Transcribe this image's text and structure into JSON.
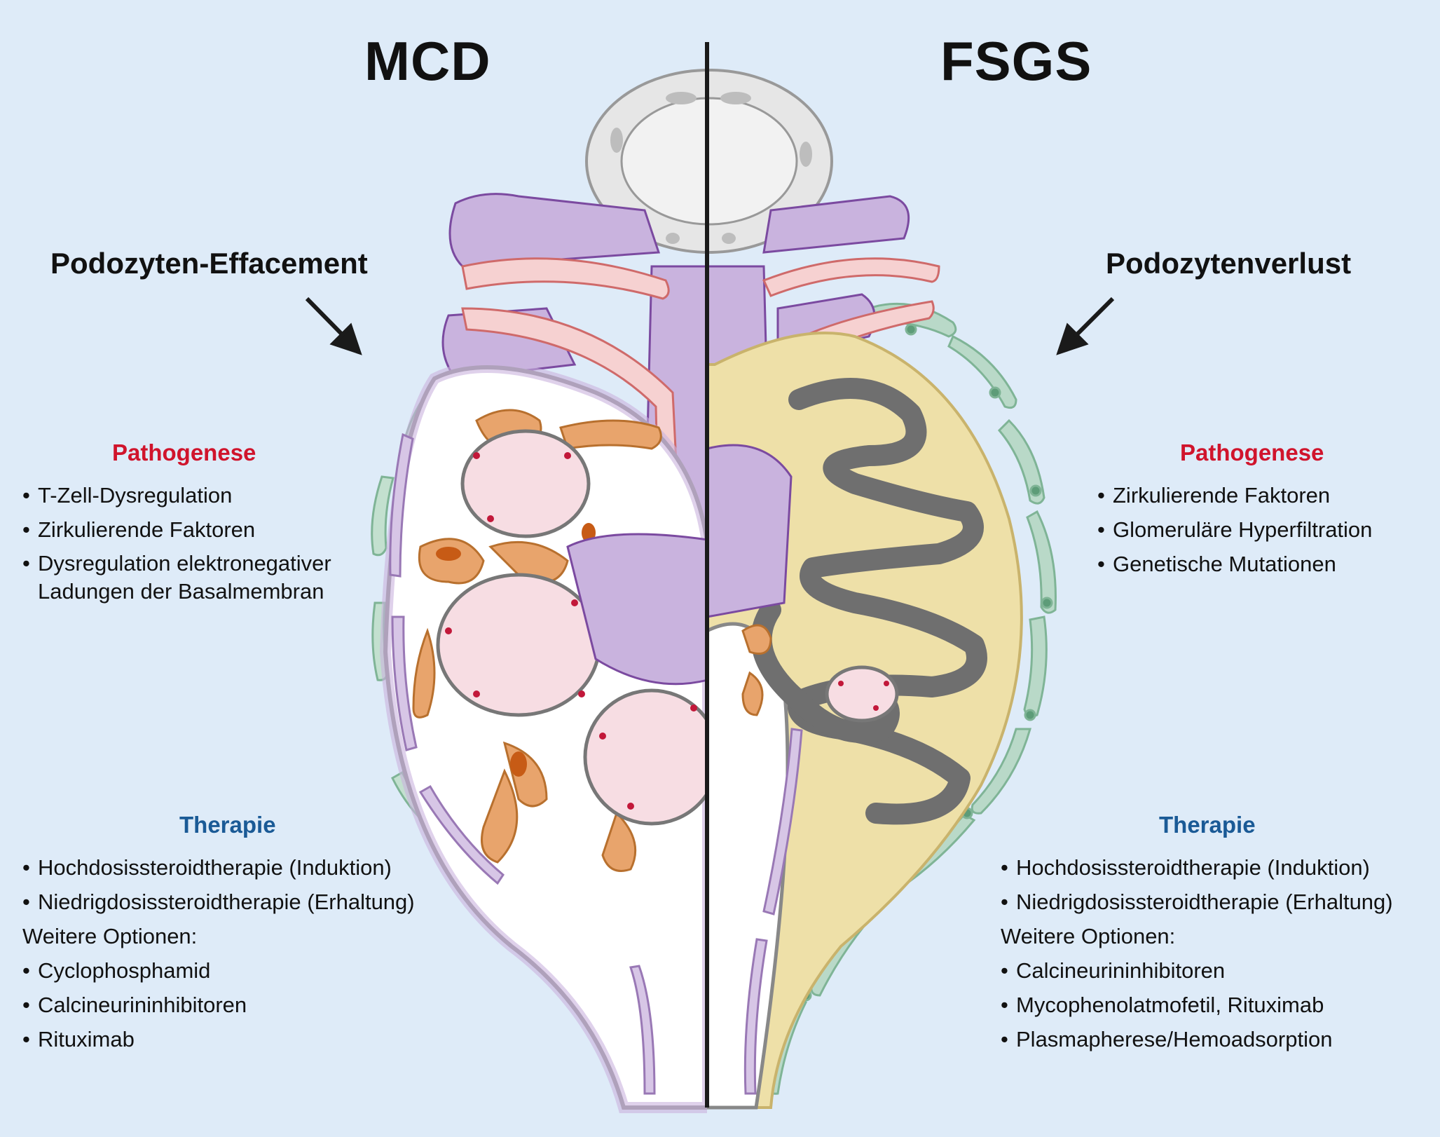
{
  "left": {
    "title": "MCD",
    "arrow_label": "Podozyten-Effacement",
    "pathogenesis": {
      "heading": "Pathogenese",
      "items": [
        "T-Zell-Dysregulation",
        "Zirkulierende Faktoren",
        "Dysregulation elektronegativer Ladungen der Basalmembran"
      ]
    },
    "therapy": {
      "heading": "Therapie",
      "items": [
        "Hochdosissteroidtherapie (Induktion)",
        "Niedrigdosissteroidtherapie (Erhaltung)"
      ],
      "further_label": "Weitere Optionen:",
      "further_items": [
        "Cyclophosphamid",
        "Calcineurininhibitoren",
        "Rituximab"
      ]
    }
  },
  "right": {
    "title": "FSGS",
    "arrow_label": "Podozytenverlust",
    "pathogenesis": {
      "heading": "Pathogenese",
      "items": [
        "Zirkulierende Faktoren",
        "Glomeruläre Hyperfiltration",
        "Genetische Mutationen"
      ]
    },
    "therapy": {
      "heading": "Therapie",
      "items": [
        "Hochdosissteroidtherapie (Induktion)",
        "Niedrigdosissteroidtherapie (Erhaltung)"
      ],
      "further_label": "Weitere Optionen:",
      "further_items": [
        "Calcineurininhibitoren",
        "Mycophenolatmofetil, Rituximab",
        "Plasmapherese/Hemoadsorption"
      ]
    }
  },
  "colors": {
    "background": "#deebf8",
    "pathogenesis_heading": "#d0142c",
    "therapy_heading": "#1a5a96",
    "mesangial_cells": "#c9b3de",
    "podocytes": "#e8a46c",
    "capillary_lumen": "#f7dde3",
    "sclerosis": "#eee0a8",
    "parietal_cells": "#b9d9c8",
    "tubular_cells": "#e0e0e0"
  }
}
